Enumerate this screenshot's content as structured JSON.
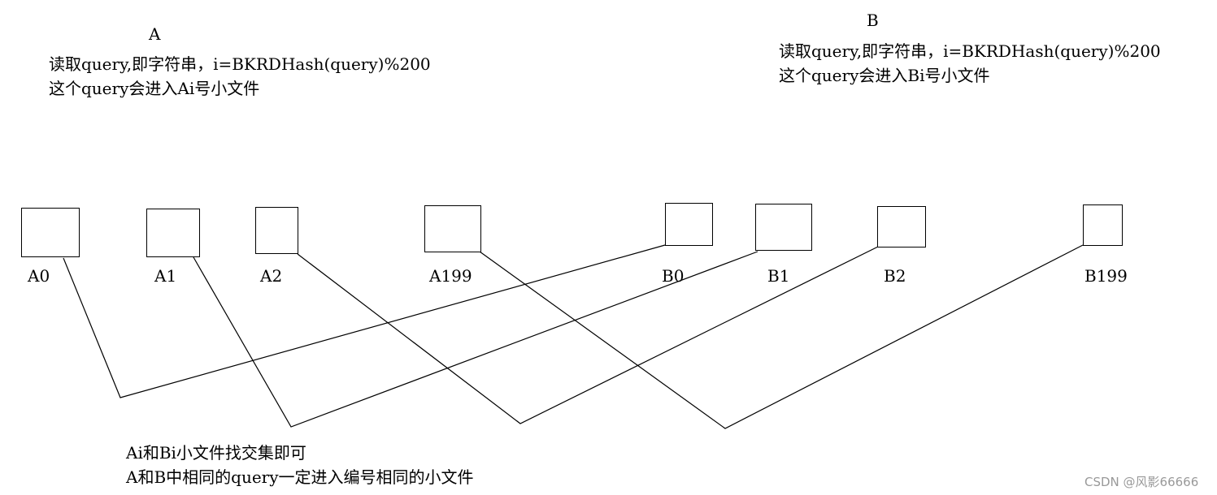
{
  "group_a": {
    "title": "A",
    "line1": "读取query,即字符串，i=BKRDHash(query)%200",
    "line2": "这个query会进入Ai号小文件"
  },
  "group_b": {
    "title": "B",
    "line1": "读取query,即字符串，i=BKRDHash(query)%200",
    "line2": "这个query会进入Bi号小文件"
  },
  "files_a": [
    "A0",
    "A1",
    "A2",
    "A199"
  ],
  "files_b": [
    "B0",
    "B1",
    "B2",
    "B199"
  ],
  "note": {
    "line1": "Ai和Bi小文件找交集即可",
    "line2": "A和B中相同的query一定进入编号相同的小文件"
  },
  "watermark": "CSDN @风影66666"
}
